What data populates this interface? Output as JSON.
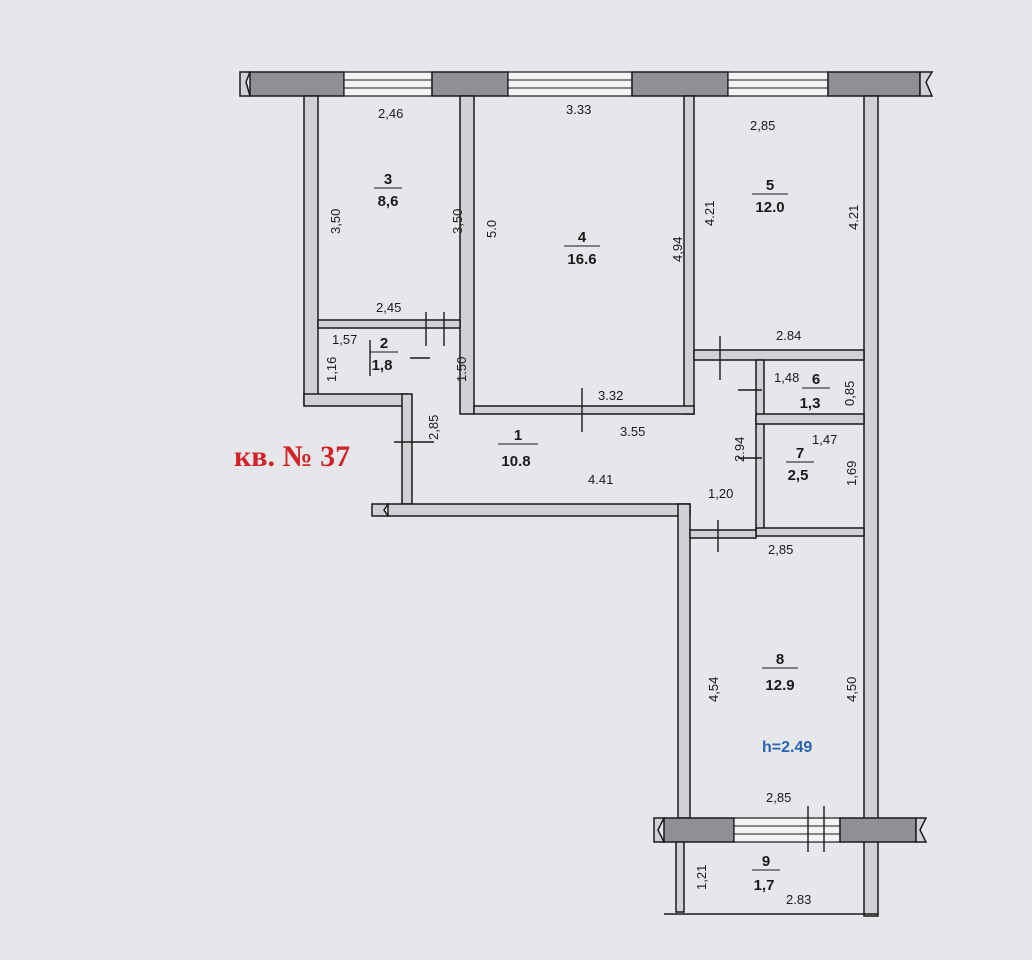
{
  "apartment_label": "кв. № 37",
  "ceiling_height": "h=2.49",
  "colors": {
    "apartment_label": "#d2232a",
    "ceiling_height": "#2b63b0"
  },
  "rooms": [
    {
      "number": "1",
      "area": "10.8"
    },
    {
      "number": "2",
      "area": "1,8"
    },
    {
      "number": "3",
      "area": "8,6"
    },
    {
      "number": "4",
      "area": "16.6"
    },
    {
      "number": "5",
      "area": "12.0"
    },
    {
      "number": "6",
      "area": "1,3"
    },
    {
      "number": "7",
      "area": "2,5"
    },
    {
      "number": "8",
      "area": "12.9"
    },
    {
      "number": "9",
      "area": "1,7"
    }
  ],
  "dimensions": {
    "r3_top": "2,46",
    "r3_left": "3,50",
    "r3_right": "3,50",
    "r3_bottom": "2,45",
    "r4_top": "3.33",
    "r4_left": "5.0",
    "r4_right": "4,94",
    "r4_bottom": "3.32",
    "r5_top": "2,85",
    "r5_left": "4.21",
    "r5_right": "4.21",
    "r5_bottom": "2.84",
    "r2_top": "1,57",
    "r2_left": "1,16",
    "r2_right": "1.50",
    "r1_left": "2,85",
    "r1_top": "3.55",
    "r1_bottom": "4.41",
    "r1_right": "2.94",
    "r6_top": "1,48",
    "r6_right": "0,85",
    "r7_top": "1,47",
    "r7_right": "1,69",
    "corridor_width": "1,20",
    "r8_top": "2,85",
    "r8_left": "4,54",
    "r8_right": "4,50",
    "r8_bottom": "2,85",
    "r9_left": "1,21",
    "r9_bottom": "2.83"
  }
}
